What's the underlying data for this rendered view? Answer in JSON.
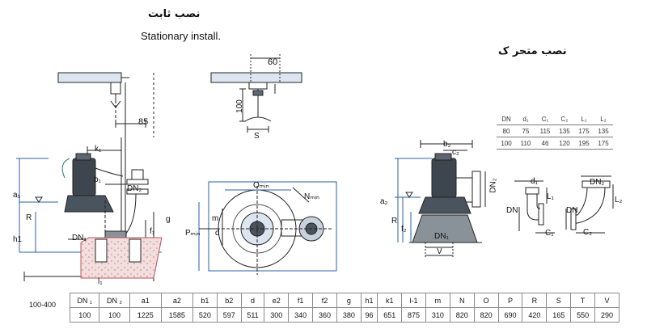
{
  "titles": {
    "stationary_fa": "نصب ثابت",
    "stationary_en": "Stationary install.",
    "mobile_fa": "نصب متحر ک"
  },
  "top_detail": {
    "dim_60": "60",
    "dim_85": "85",
    "dim_100": "100",
    "label_S": "S"
  },
  "stationary_labels": {
    "k1": "k₁",
    "b1": "b₁",
    "DN2": "DN₂",
    "DN1": "DN₁",
    "a1": "a₁",
    "R": "R",
    "h1": "h1",
    "g": "g",
    "f1": "f₁",
    "l1": "l₁"
  },
  "plan_labels": {
    "Omin": "Oₘᵢₙ",
    "Nmin": "Nₘᵢₙ",
    "Pmin": "Pₘᵢₙ",
    "m": "m",
    "d": "d"
  },
  "mobile_labels": {
    "b2": "b₂",
    "c2": "c₂",
    "DN2": "DN₂",
    "a2": "a₂",
    "R": "R",
    "f2": "f₂",
    "DN1": "DN₁",
    "V": "V"
  },
  "elbow_labels": {
    "d1": "d₁",
    "L1": "L₁",
    "DN": "DN",
    "C1": "C₁",
    "DN2": "DN₂",
    "L2": "L₂",
    "C2": "C₂"
  },
  "small_table": {
    "headers": [
      "DN",
      "d₁",
      "C₁",
      "C₂",
      "L₁",
      "L₂"
    ],
    "rows": [
      [
        "80",
        "75",
        "115",
        "135",
        "175",
        "135"
      ],
      [
        "100",
        "110",
        "46",
        "120",
        "195",
        "175"
      ]
    ]
  },
  "dims_table": {
    "row_label": "100-400",
    "headers": [
      "DN ₁",
      "DN ₂",
      "a1",
      "a2",
      "b1",
      "b2",
      "d",
      "e2",
      "f1",
      "f2",
      "g",
      "h1",
      "k1",
      "l-1",
      "m",
      "N",
      "O",
      "P",
      "R",
      "S",
      "T",
      "V"
    ],
    "values": [
      "100",
      "100",
      "1225",
      "1585",
      "520",
      "597",
      "511",
      "300",
      "340",
      "360",
      "380",
      "96",
      "651",
      "875",
      "310",
      "820",
      "820",
      "690",
      "420",
      "165",
      "550",
      "290"
    ]
  }
}
